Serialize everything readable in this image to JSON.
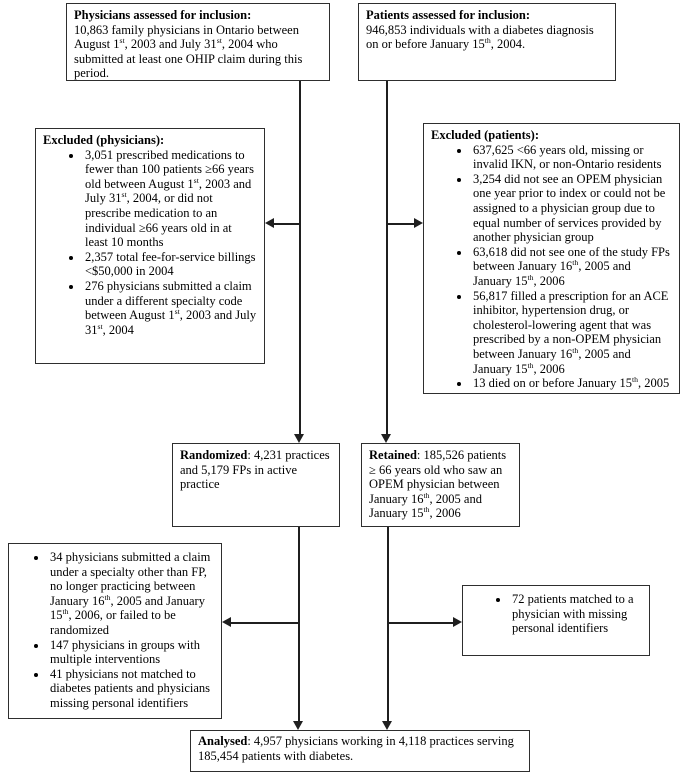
{
  "colors": {
    "background": "#ffffff",
    "box_border": "#2e2e2e",
    "connector": "#1f1f1f",
    "text": "#000000"
  },
  "boxes": {
    "physicians_assessed": {
      "title": "Physicians assessed for inclusion:",
      "body": "10,863 family physicians in Ontario between August 1st, 2003 and July 31st, 2004 who submitted at least one OHIP claim during this period."
    },
    "patients_assessed": {
      "title": "Patients assessed for inclusion:",
      "body": "946,853 individuals with a diabetes diagnosis on or before January 15th, 2004."
    },
    "excluded_physicians": {
      "title": "Excluded (physicians):",
      "bullets": [
        "3,051 prescribed medications to fewer than 100 patients ≥66 years old between August 1st, 2003 and July 31st, 2004, or did not prescribe medication to an individual ≥66 years old in at least 10 months",
        "2,357 total fee-for-service billings <$50,000 in 2004",
        "276 physicians submitted a claim under a different specialty code between August 1st, 2003 and July 31st, 2004"
      ]
    },
    "excluded_patients": {
      "title": "Excluded (patients):",
      "bullets": [
        "637,625 <66 years old, missing or invalid IKN, or non-Ontario residents",
        "3,254 did not see an OPEM physician one year prior to index or could not be assigned to a physician group due to equal number of services provided by another physician group",
        "63,618 did not see one of the study FPs between January 16th, 2005 and January 15th, 2006",
        "56,817 filled a prescription for an ACE inhibitor, hypertension drug, or cholesterol-lowering agent that was prescribed by a non-OPEM physician between January 16th, 2005 and January 15th, 2006",
        "13 died on or before January 15th, 2005"
      ]
    },
    "randomized": {
      "label": "Randomized",
      "rest": ": 4,231 practices and 5,179 FPs in active practice"
    },
    "retained": {
      "label": "Retained",
      "rest": ": 185,526 patients ≥ 66 years old who saw an OPEM physician between January 16th, 2005 and January 15th, 2006"
    },
    "excluded_physicians_post": {
      "bullets": [
        "34 physicians submitted a claim under a specialty other than FP, no longer practicing between January 16th, 2005 and January 15th, 2006, or failed to be randomized",
        "147 physicians in groups with multiple interventions",
        "41 physicians not matched to diabetes patients and physicians missing personal identifiers"
      ]
    },
    "excluded_patients_post": {
      "bullets": [
        "72 patients matched to a physician with missing personal identifiers"
      ]
    },
    "analysed": {
      "label": "Analysed",
      "rest": ": 4,957 physicians working in 4,118 practices serving 185,454 patients with diabetes."
    }
  }
}
